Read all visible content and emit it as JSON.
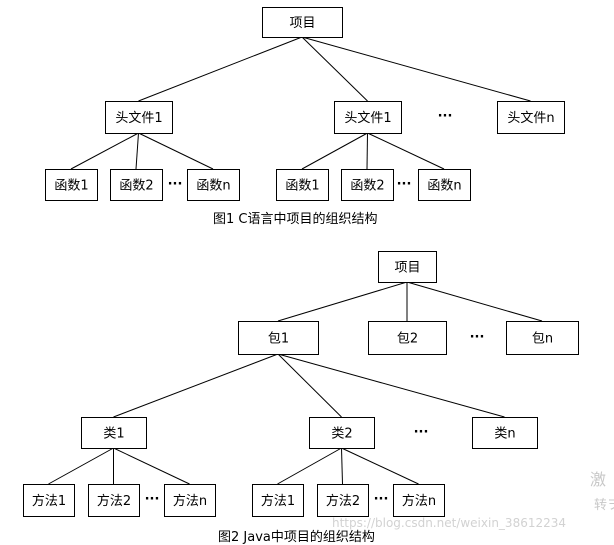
{
  "diagrams": [
    {
      "caption": "图1   C语言中项目的组织结构",
      "nodes": [
        {
          "id": "root",
          "label": "项目"
        },
        {
          "id": "h1",
          "label": "头文件1"
        },
        {
          "id": "h2",
          "label": "头文件1"
        },
        {
          "id": "hn",
          "label": "头文件n"
        },
        {
          "id": "f11",
          "label": "函数1"
        },
        {
          "id": "f12",
          "label": "函数2"
        },
        {
          "id": "f1n",
          "label": "函数n"
        },
        {
          "id": "f21",
          "label": "函数1"
        },
        {
          "id": "f22",
          "label": "函数2"
        },
        {
          "id": "f2n",
          "label": "函数n"
        }
      ],
      "edges": [
        [
          "root",
          "h1"
        ],
        [
          "root",
          "h2"
        ],
        [
          "root",
          "hn"
        ],
        [
          "h1",
          "f11"
        ],
        [
          "h1",
          "f12"
        ],
        [
          "h1",
          "f1n"
        ],
        [
          "h2",
          "f21"
        ],
        [
          "h2",
          "f22"
        ],
        [
          "h2",
          "f2n"
        ]
      ],
      "ellipsis": "···"
    },
    {
      "caption": "图2   Java中项目的组织结构",
      "nodes": [
        {
          "id": "root",
          "label": "项目"
        },
        {
          "id": "p1",
          "label": "包1"
        },
        {
          "id": "p2",
          "label": "包2"
        },
        {
          "id": "pn",
          "label": "包n"
        },
        {
          "id": "c1",
          "label": "类1"
        },
        {
          "id": "c2",
          "label": "类2"
        },
        {
          "id": "cn",
          "label": "类n"
        },
        {
          "id": "m11",
          "label": "方法1"
        },
        {
          "id": "m12",
          "label": "方法2"
        },
        {
          "id": "m1n",
          "label": "方法n"
        },
        {
          "id": "m21",
          "label": "方法1"
        },
        {
          "id": "m22",
          "label": "方法2"
        },
        {
          "id": "m2n",
          "label": "方法n"
        }
      ],
      "edges": [
        [
          "root",
          "p1"
        ],
        [
          "root",
          "p2"
        ],
        [
          "root",
          "pn"
        ],
        [
          "p1",
          "c1"
        ],
        [
          "p1",
          "c2"
        ],
        [
          "p1",
          "cn"
        ],
        [
          "c1",
          "m11"
        ],
        [
          "c1",
          "m12"
        ],
        [
          "c1",
          "m1n"
        ],
        [
          "c2",
          "m21"
        ],
        [
          "c2",
          "m22"
        ],
        [
          "c2",
          "m2n"
        ]
      ],
      "ellipsis": "···"
    }
  ],
  "watermark": {
    "text": "https://blog.csdn.net/weixin_38612234",
    "side_text_1": "激",
    "side_text_2": "转ヲ"
  }
}
